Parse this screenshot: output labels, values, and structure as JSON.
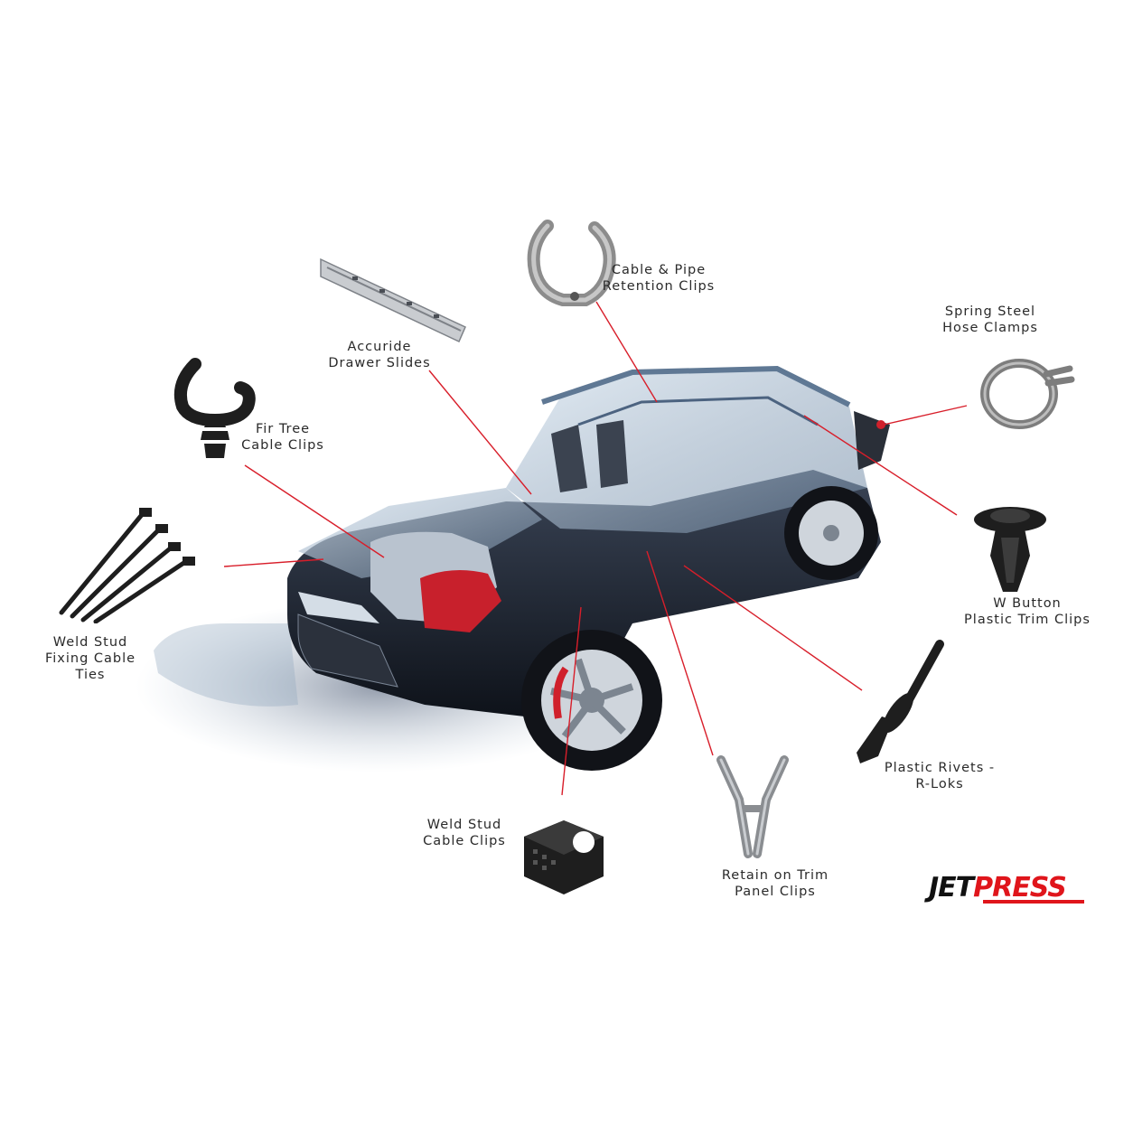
{
  "colors": {
    "leader_line": "#d81e2a",
    "car_body": "#1b2230",
    "car_glass": "#9fb4c9",
    "engine_red": "#c8202c",
    "part_black": "#1e1e1e",
    "part_steel": "#8c8c8c",
    "brand_red": "#e0151b"
  },
  "labels": {
    "cable_pipe": [
      "Cable & Pipe",
      "Retention Clips"
    ],
    "accuride": [
      "Accuride",
      "Drawer Slides"
    ],
    "spring_steel": [
      "Spring Steel",
      "Hose Clamps"
    ],
    "fir_tree": [
      "Fir Tree",
      "Cable Clips"
    ],
    "weld_stud_ties": [
      "Weld Stud",
      "Fixing Cable",
      "Ties"
    ],
    "w_button": [
      "W Button",
      "Plastic Trim Clips"
    ],
    "plastic_rivets": [
      "Plastic Rivets -",
      "R-Loks"
    ],
    "weld_stud_clips": [
      "Weld Stud",
      "Cable Clips"
    ],
    "retain_trim": [
      "Retain on Trim",
      "Panel Clips"
    ]
  },
  "logo": {
    "part1": "JET",
    "part2": "PRESS"
  },
  "icons": {
    "car": "transparent-car-illustration",
    "cable_pipe": "spring-clip-icon",
    "accuride": "drawer-slide-icon",
    "spring_steel": "hose-clamp-icon",
    "fir_tree": "fir-tree-clip-icon",
    "weld_stud_ties": "cable-tie-icon",
    "w_button": "trim-clip-icon",
    "plastic_rivets": "rivet-icon",
    "weld_stud_clips": "cable-clip-block-icon",
    "retain_trim": "panel-clip-icon"
  }
}
